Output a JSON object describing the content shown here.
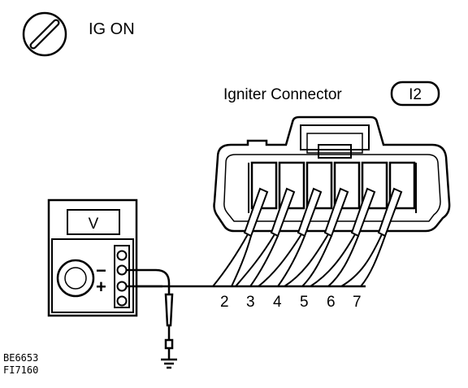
{
  "header": {
    "ignition_label": "IG ON"
  },
  "connector": {
    "label": "Igniter Connector",
    "code": "I2",
    "pins": [
      "2",
      "3",
      "4",
      "5",
      "6",
      "7"
    ]
  },
  "meter": {
    "display": "V",
    "minus": "−",
    "plus": "+"
  },
  "figure_codes": [
    "BE6653",
    "FI7160"
  ]
}
